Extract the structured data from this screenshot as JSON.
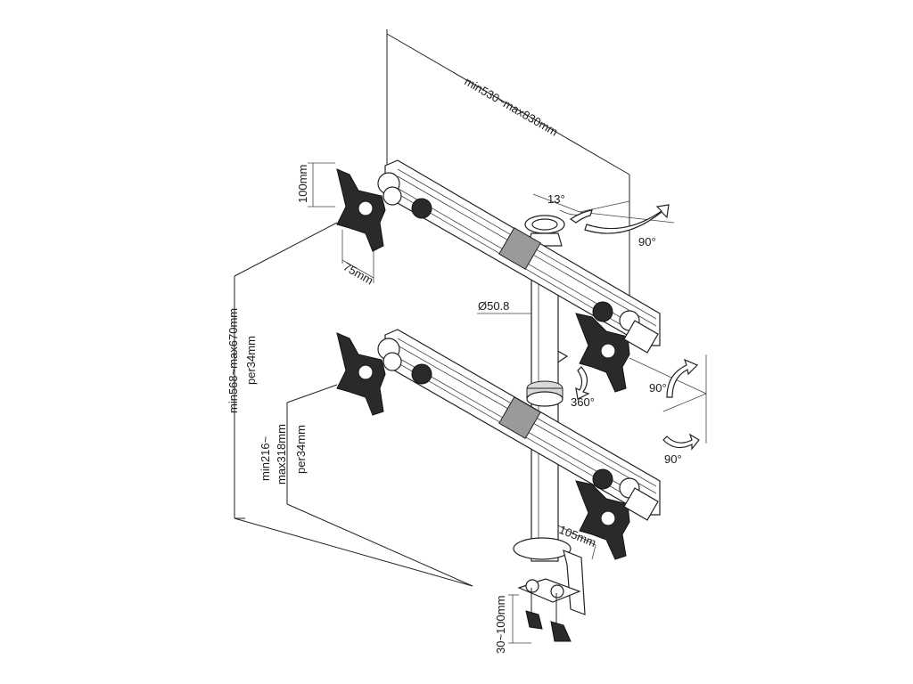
{
  "diagram": {
    "dimensions": {
      "arm_reach": "min530~max830mm",
      "vesa_vertical": "100mm",
      "vesa_horizontal": "75mm",
      "pole_diameter": "Ø50.8",
      "total_height_range": "min568~max670mm",
      "total_height_step": "per34mm",
      "arm_height_range_line1": "min216~",
      "arm_height_range_line2": "max318mm",
      "arm_height_step": "per34mm",
      "clamp_depth": "105mm",
      "clamp_thickness": "30~100mm"
    },
    "angles": {
      "arm_tilt": "13°",
      "arm_swivel": "90°",
      "pole_rotation": "360°",
      "head_tilt_up": "90°",
      "head_tilt_down": "90°"
    }
  }
}
